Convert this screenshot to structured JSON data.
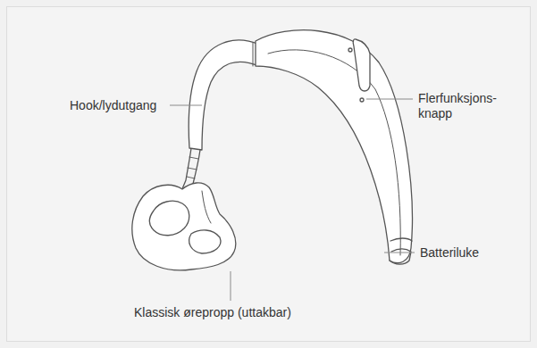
{
  "diagram": {
    "labels": [
      "Hook/lydutgang",
      "Flerfunksjons- knapp",
      "Batteriluke",
      "Klassisk ørepropp (uttakbar)"
    ]
  }
}
